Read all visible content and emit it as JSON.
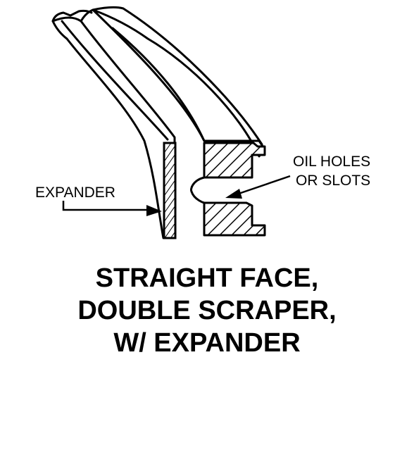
{
  "labels": {
    "expander": "EXPANDER",
    "oil_holes_line1": "OIL HOLES",
    "oil_holes_line2": "OR SLOTS"
  },
  "caption": {
    "line1": "STRAIGHT FACE,",
    "line2": "DOUBLE SCRAPER,",
    "line3": "W/ EXPANDER"
  },
  "colors": {
    "ink": "#000000",
    "paper": "#ffffff"
  }
}
